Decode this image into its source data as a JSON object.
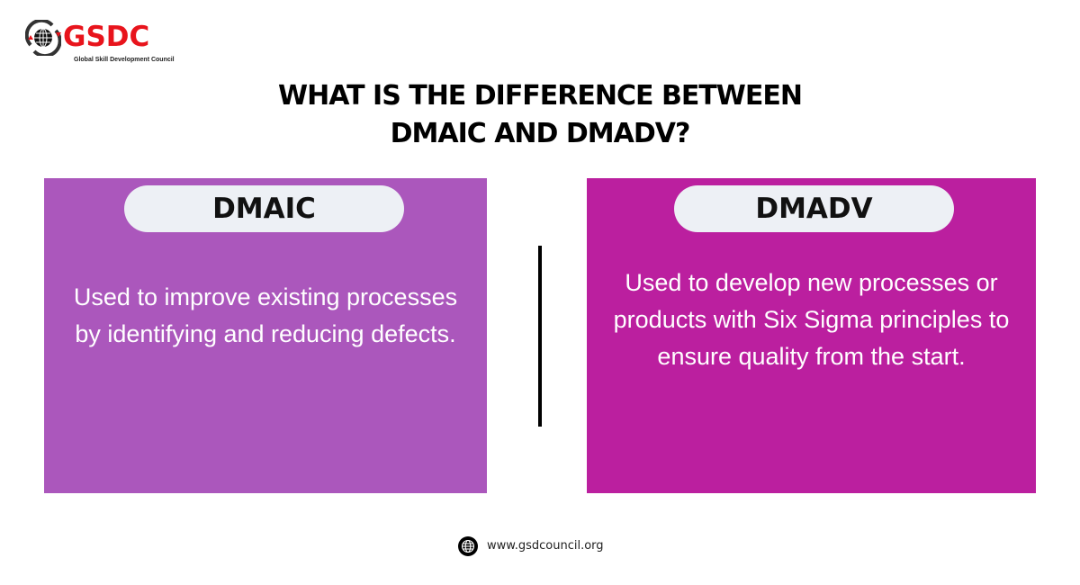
{
  "logo": {
    "name": "GSDC",
    "subtitle": "Global Skill Development Council"
  },
  "title": {
    "line1": "WHAT IS THE DIFFERENCE BETWEEN",
    "line2": "DMAIC AND DMADV?"
  },
  "panels": [
    {
      "label": "DMAIC",
      "description": "Used to improve existing processes by identifying and reducing defects.",
      "color": "#ab57bc"
    },
    {
      "label": "DMADV",
      "description": "Used to develop new processes or products with Six Sigma principles to ensure quality from the start.",
      "color": "#bb1f9f"
    }
  ],
  "footer": {
    "website": "www.gsdcouncil.org",
    "icon": "globe-icon"
  }
}
